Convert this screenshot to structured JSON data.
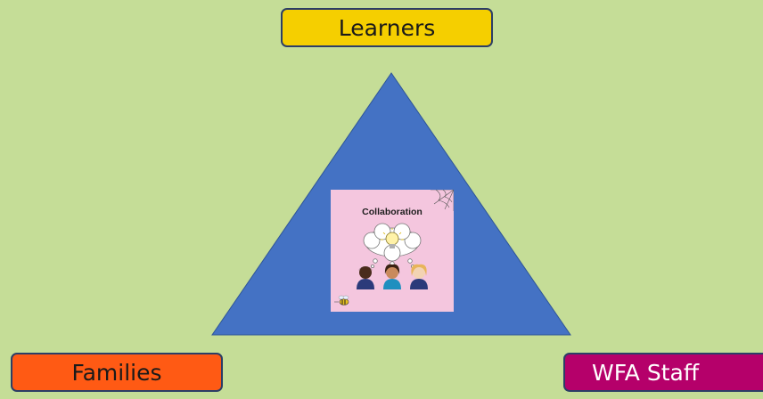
{
  "nodes": {
    "top": {
      "label": "Learners",
      "color": "#f5cf00"
    },
    "bottom_left": {
      "label": "Families",
      "color": "#ff5a14"
    },
    "bottom_right": {
      "label": "WFA Staff",
      "color": "#b5006a"
    }
  },
  "triangle": {
    "color": "#4472c4"
  },
  "card": {
    "title": "Collaboration",
    "background": "#f4c6de",
    "icons": [
      "lightbulb-icon",
      "thought-cloud-icon",
      "child-avatar-icon",
      "child-avatar-icon",
      "child-avatar-icon",
      "bee-icon",
      "spiderweb-icon"
    ]
  },
  "background": "#c5dd97"
}
